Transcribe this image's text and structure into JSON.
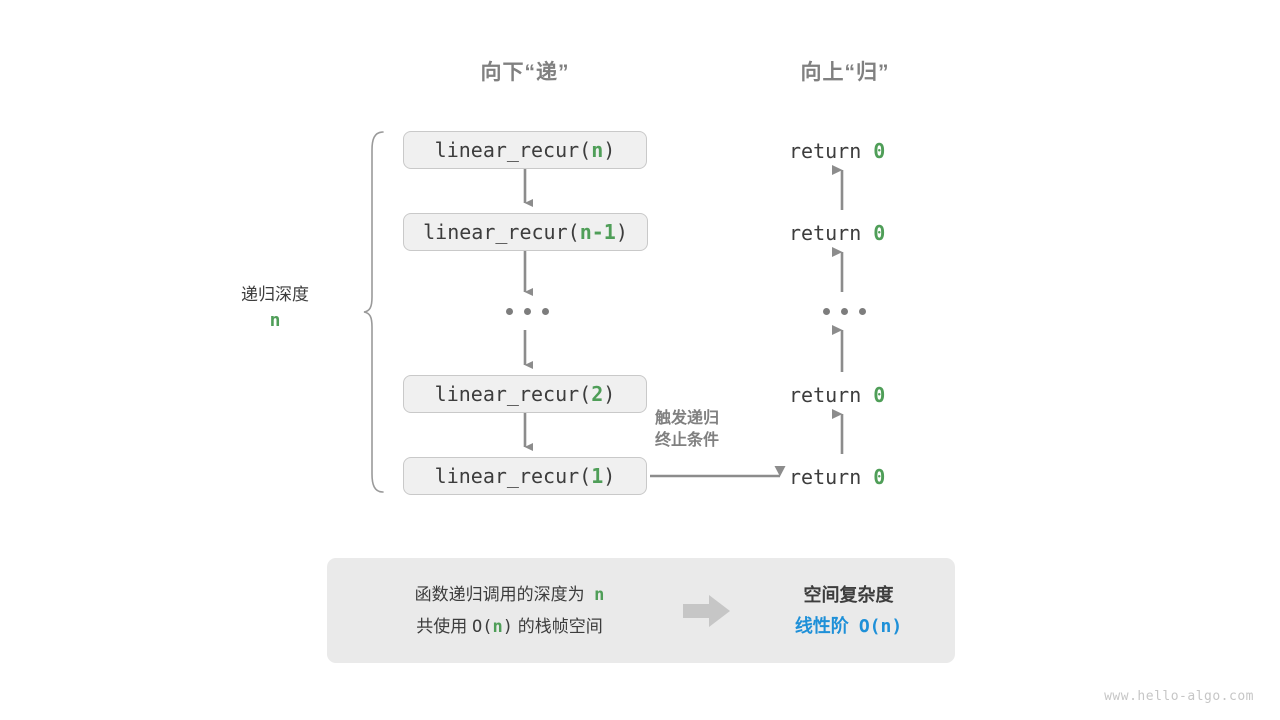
{
  "headings": {
    "down": "向下“递”",
    "up": "向上“归”"
  },
  "colors": {
    "accent_green": "#4f9e58",
    "accent_blue": "#1e90d8",
    "box_fill": "#f0f0f0",
    "box_border": "#c9c9c9",
    "arrow_gray": "#8c8c8c",
    "text_gray": "#808080",
    "panel_fill": "#eaeaea"
  },
  "depth_label": {
    "text": "递归深度",
    "value": "n"
  },
  "call_stack": [
    {
      "prefix": "linear_recur(",
      "arg": "n",
      "suffix": ")"
    },
    {
      "prefix": "linear_recur(",
      "arg": "n-1",
      "suffix": ")"
    },
    {
      "prefix": "linear_recur(",
      "arg": "2",
      "suffix": ")"
    },
    {
      "prefix": "linear_recur(",
      "arg": "1",
      "suffix": ")"
    }
  ],
  "call_ellipsis": "...",
  "returns": [
    {
      "keyword": "return",
      "value": "0"
    },
    {
      "keyword": "return",
      "value": "0"
    },
    {
      "keyword": "return",
      "value": "0"
    },
    {
      "keyword": "return",
      "value": "0"
    }
  ],
  "return_ellipsis": "...",
  "base_case_note": {
    "line1": "触发递归",
    "line2": "终止条件"
  },
  "summary": {
    "left_line1_a": "函数递归调用的深度为",
    "left_line1_n": "n",
    "left_line2_a": "共使用",
    "left_line2_o": "O(",
    "left_line2_n": "n",
    "left_line2_b": ")",
    "left_line2_c": "的栈帧空间",
    "arrow_icon": "right-block-arrow-icon",
    "right_title": "空间复杂度",
    "right_result_label": "线性阶",
    "right_result_value": "O(n)"
  },
  "watermark": "www.hello-algo.com"
}
